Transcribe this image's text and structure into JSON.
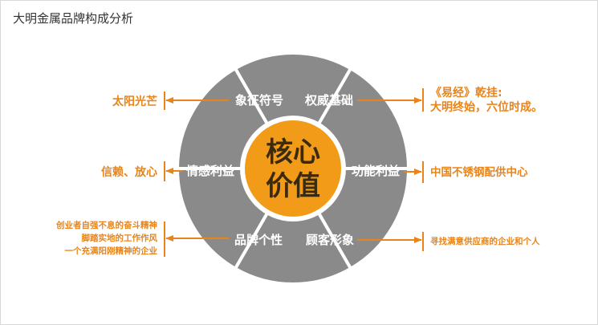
{
  "title": "大明金属品牌构成分析",
  "colors": {
    "segment": "#8a8a8a",
    "separator": "#ffffff",
    "core": "#f29b19",
    "core_ring": "#ffffff",
    "accent": "#e88419",
    "core_text": "#3a2a10"
  },
  "core": {
    "line1": "核心",
    "line2": "价值"
  },
  "segments": [
    {
      "label": "象征符号"
    },
    {
      "label": "权威基础"
    },
    {
      "label": "功能利益"
    },
    {
      "label": "顾客形象"
    },
    {
      "label": "品牌个性"
    },
    {
      "label": "情感利益"
    }
  ],
  "annotations": {
    "top_left": [
      "太阳光芒"
    ],
    "mid_left": [
      "信赖、放心"
    ],
    "bottom_left": [
      "创业者自强不息的奋斗精神",
      "脚踏实地的工作作风",
      "一个充满阳刚精神的企业"
    ],
    "top_right": [
      "《易经》乾挂:",
      "大明终始，六位时成。"
    ],
    "mid_right": [
      "中国不锈钢配供中心"
    ],
    "bottom_right": [
      "寻找满意供应商的企业和个人"
    ]
  }
}
